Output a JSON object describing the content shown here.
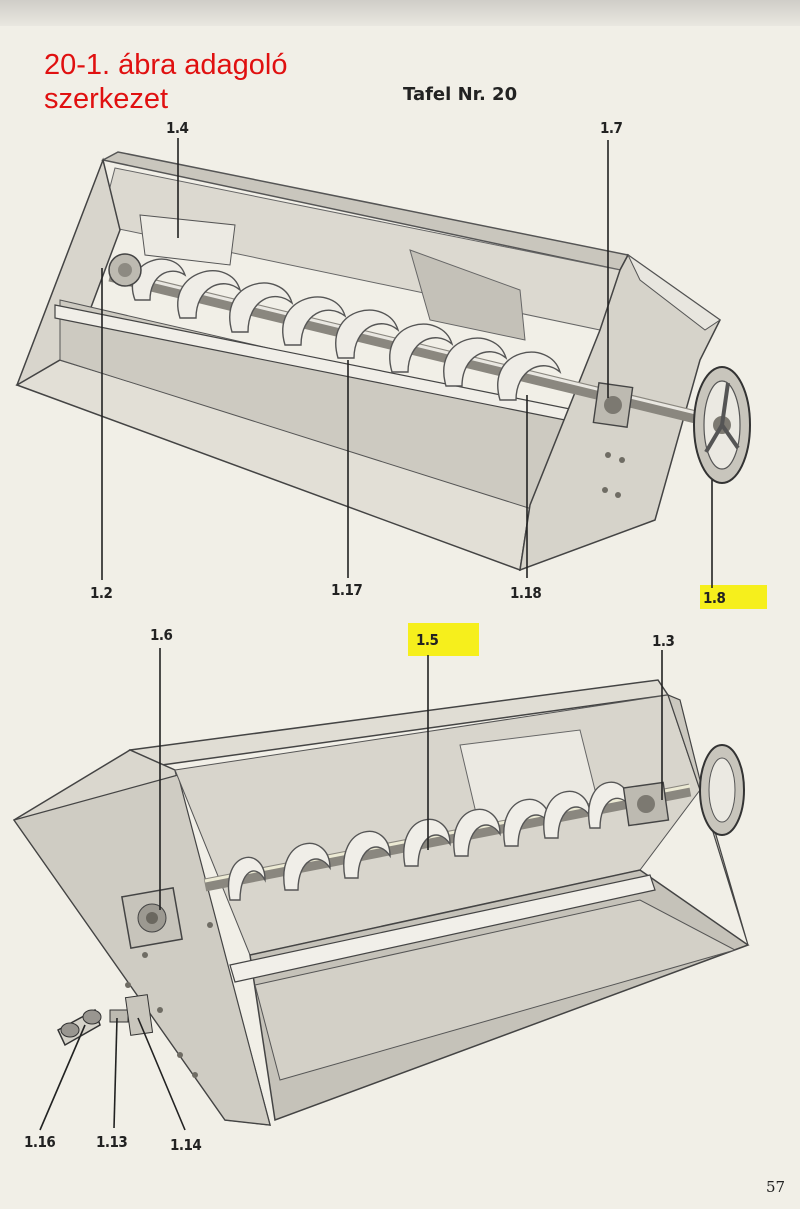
{
  "title_line1": "20-1. ábra adagoló",
  "title_line2": "szerkezet",
  "plate_label": "Tafel Nr. 20",
  "page_number": "57",
  "top_figure_labels": {
    "l_1_4": "1.4",
    "l_1_7": "1.7",
    "l_1_2": "1.2",
    "l_1_17": "1.17",
    "l_1_18": "1.18",
    "l_1_8": "1.8"
  },
  "bottom_figure_labels": {
    "l_1_6": "1.6",
    "l_1_5": "1.5",
    "l_1_3": "1.3",
    "l_1_16": "1.16",
    "l_1_13": "1.13",
    "l_1_14": "1.14"
  },
  "highlight_color": "#f6ef1c",
  "title_color": "#e01010"
}
